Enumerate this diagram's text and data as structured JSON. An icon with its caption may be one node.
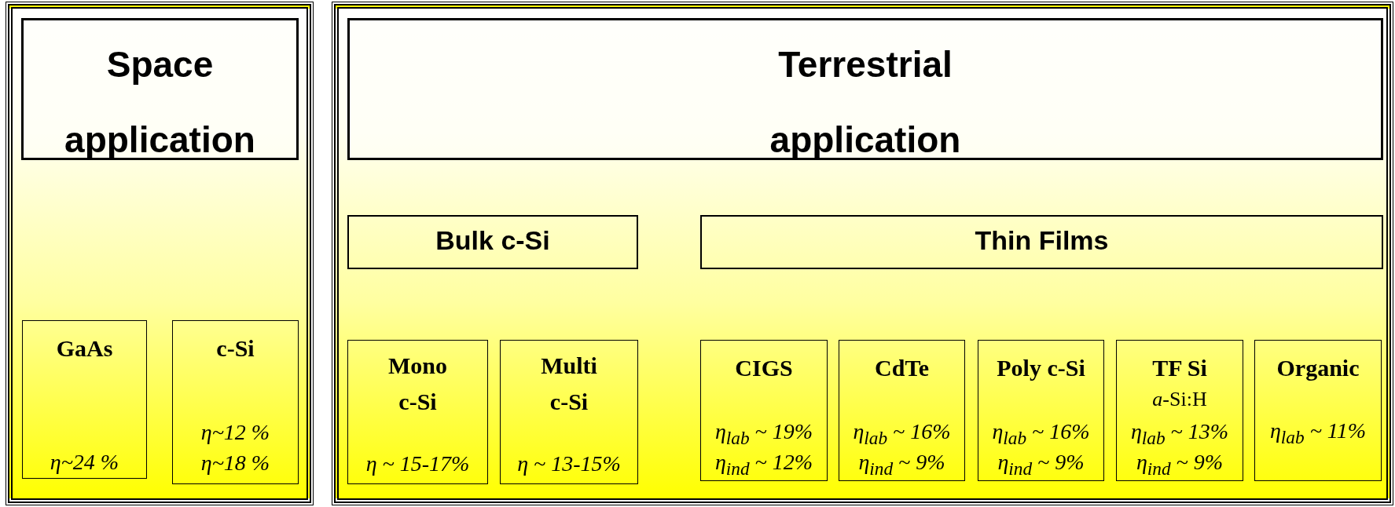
{
  "diagram": {
    "nodes": [
      {
        "text": [],
        "shape": "box"
      },
      {
        "text": [
          "Space application"
        ],
        "in": 0
      },
      {
        "text": [
          "GaAs",
          "η~24 %"
        ],
        "in": 0
      },
      {
        "text": [
          "c-Si",
          "η~12 %",
          "η~18 %"
        ],
        "in": 0
      },
      {
        "text": [],
        "shape": "box"
      },
      {
        "text": [
          "Terrestrial application"
        ],
        "in": 4
      },
      {
        "text": [
          "Bulk c-Si"
        ],
        "in": 4
      },
      {
        "text": [
          "Thin Films"
        ],
        "in": 4
      },
      {
        "text": [
          "Mono c-Si",
          "η ~ 15-17%"
        ],
        "in": 4
      },
      {
        "text": [
          "Multi c-Si",
          "η ~ 13-15%"
        ],
        "in": 4
      },
      {
        "text": [
          "CIGS",
          "η$_{lab}$ ~ 19%",
          "η$_{ind}$ ~ 12%"
        ],
        "in": 4
      },
      {
        "text": [
          "CdTe",
          "η$_{lab}$ ~ 16%",
          "η$_{ind}$ ~ 9%"
        ],
        "in": 4
      },
      {
        "text": [
          "Poly c-Si",
          "η$_{lab}$ ~ 16%",
          "η$_{ind}$ ~ 9%"
        ],
        "in": 4
      },
      {
        "text": [
          "TF Si",
          "*a*-Si:H",
          "η$_{lab}$ ~ 13%",
          "η$_{ind}$ ~ 9%"
        ],
        "in": 4
      },
      {
        "text": [
          "Organic",
          "η$_{lab}$ ~ 11%"
        ],
        "in": 4
      }
    ],
    "edges": []
  }
}
